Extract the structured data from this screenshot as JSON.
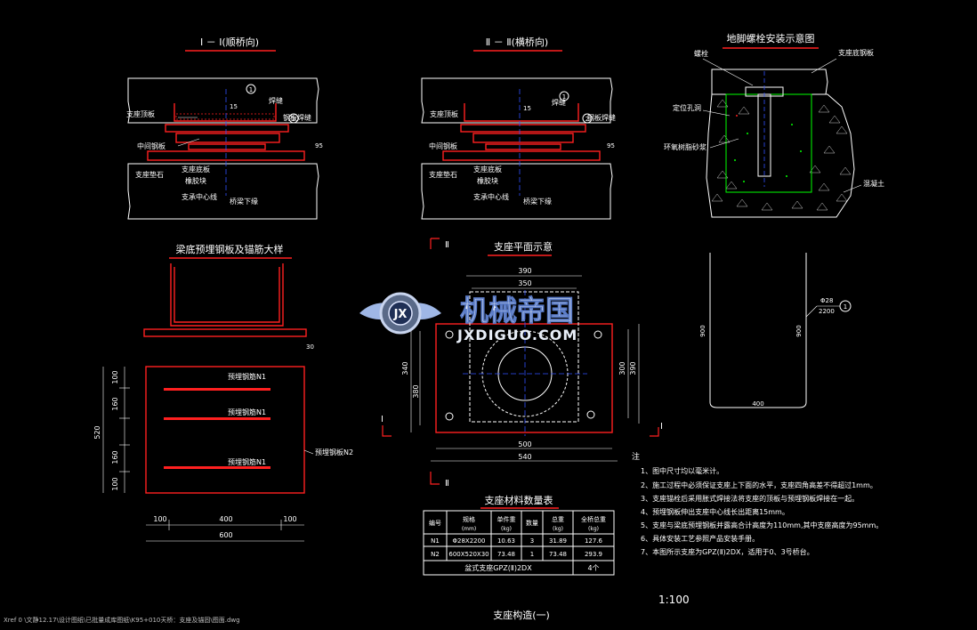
{
  "titles": {
    "section1": "Ⅰ － Ⅰ(顺桥向)",
    "section2": "Ⅱ － Ⅱ(横桥向)",
    "anchor": "地脚螺栓安装示意图",
    "embed": "梁底预埋钢板及锚筋大样",
    "plan": "支座平面示意",
    "table": "支座材料数量表",
    "drawing": "支座构造(一)"
  },
  "section1_labels": {
    "top_plate": "支座顶板",
    "mid_plate": "中间钢板",
    "pad_stone": "支座垫石",
    "bottom_plate": "支座底板",
    "rubber": "橡胶块",
    "center_line": "支承中心线",
    "weld": "焊缝",
    "steel_weld": "钢板焊缝",
    "beam_down": "桥梁下缘",
    "d15": "15",
    "d95": "95",
    "c1": "1",
    "c2": "2"
  },
  "section2_labels": {
    "top_plate": "支座顶板",
    "mid_plate": "中间钢板",
    "pad_stone": "支座垫石",
    "bottom_plate": "支座底板",
    "rubber": "橡胶块",
    "center_line": "支承中心线",
    "weld": "焊缝",
    "steel_weld": "钢板焊缝",
    "beam_down": "桥梁下缘",
    "d15": "15",
    "d95": "95",
    "c1": "1",
    "c2": "2"
  },
  "anchor_labels": {
    "bolt": "螺栓",
    "bottom_plate": "支座底钢板",
    "locate_hole": "定位孔洞",
    "epoxy": "环氧树脂砂浆",
    "concrete": "混凝土"
  },
  "embed_labels": {
    "d30": "30",
    "rebar1": "预埋钢筋N1",
    "rebar2": "预埋钢筋N1",
    "rebar3": "预埋钢筋N1",
    "plate": "预埋钢板N2",
    "v100a": "100",
    "v160a": "160",
    "v160b": "160",
    "v100b": "100",
    "v520": "520",
    "h100a": "100",
    "h400": "400",
    "h100b": "100",
    "h600": "600"
  },
  "plan_labels": {
    "t390": "390",
    "t350": "350",
    "l340": "340",
    "l380": "380",
    "r300": "300",
    "r390": "390",
    "b500": "500",
    "b540": "540",
    "mark_top": "Ⅱ",
    "mark_bot": "Ⅱ",
    "mark_left": "Ⅰ",
    "mark_right": "Ⅰ"
  },
  "rebar_labels": {
    "spec": "Φ28",
    "len": "2200",
    "left": "900",
    "right": "900",
    "bottom": "400",
    "circle": "1"
  },
  "watermark": {
    "brand": "机械帝国",
    "url": "JXDIGUO.COM",
    "logo": "JX"
  },
  "notes": {
    "head": "注",
    "items": [
      "1、图中尺寸均以毫米计。",
      "2、施工过程中必须保证支座上下面的水平，支座四角高差不得超过1mm。",
      "3、支座锚栓后采用胀式焊接法将支座的顶板与预埋钢板焊接在一起。",
      "4、预埋钢板伸出支座中心线长出距离15mm。",
      "5、支座与梁底预埋钢板并露高合计高度为110mm,其中支座高度为95mm。",
      "6、具体安装工艺参照产品安装手册。",
      "7、本图所示支座为GPZ(Ⅱ)2DX，适用于0、3号桥台。"
    ]
  },
  "table": {
    "headers": [
      "编号",
      "规格",
      "单件重",
      "数量",
      "总重",
      "全桥总重"
    ],
    "units": [
      "",
      "(mm)",
      "(kg)",
      "",
      "(kg)",
      "(kg)"
    ],
    "rows": [
      [
        "N1",
        "Φ28X2200",
        "10.63",
        "3",
        "31.89",
        "127.6"
      ],
      [
        "N2",
        "600X520X30",
        "73.48",
        "1",
        "73.48",
        "293.9"
      ]
    ],
    "footer_label": "盆式支座GPZ(Ⅱ)2DX",
    "footer_value": "4个"
  },
  "scale": "1:100",
  "path": "Xref 0 \\文静12.17\\设计图纸\\已批量成库图纸\\K95+010天桥：支座及锚固\\图面.dwg"
}
